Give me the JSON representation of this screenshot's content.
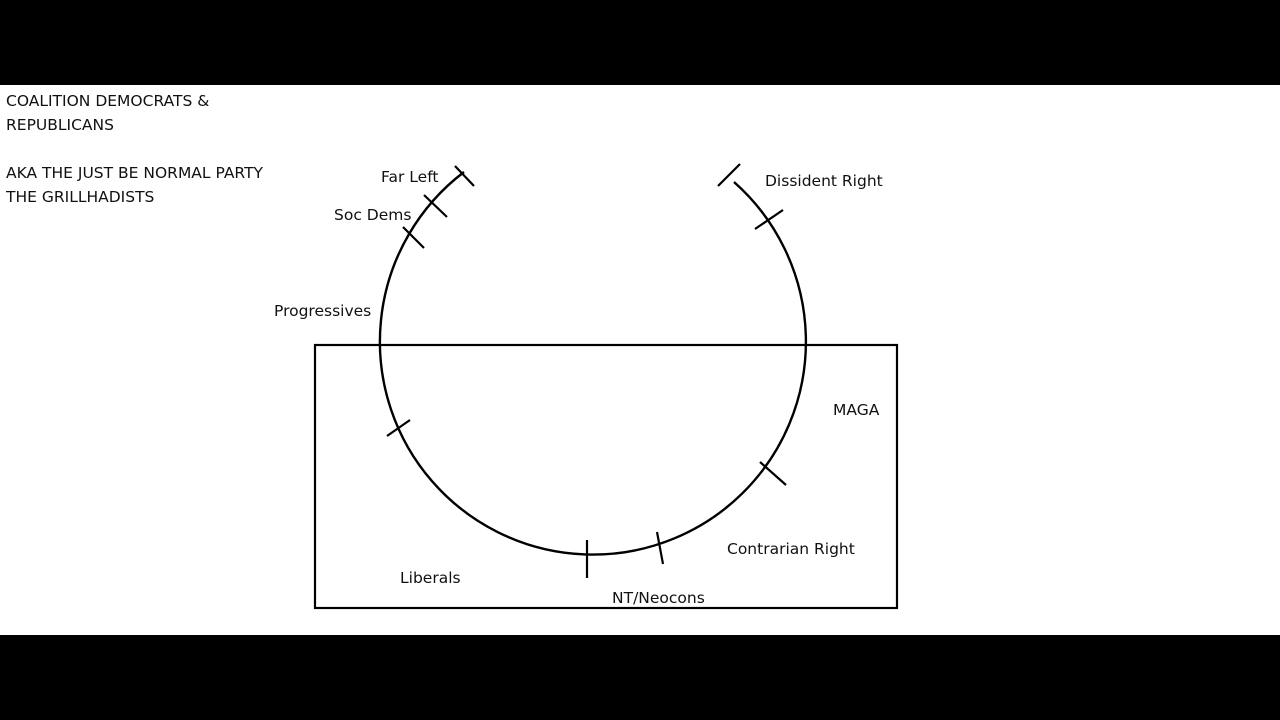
{
  "header": {
    "line1": "COALITION DEMOCRATS &",
    "line2": "REPUBLICANS",
    "line3": "AKA THE JUST BE NORMAL PARTY",
    "line4": "THE GRILLHADISTS"
  },
  "labels": {
    "far_left": "Far Left",
    "soc_dems": "Soc Dems",
    "progressives": "Progressives",
    "liberals": "Liberals",
    "nt_neocons": "NT/Neocons",
    "contrarian_right": "Contrarian Right",
    "maga": "MAGA",
    "dissident_right": "Dissident Right"
  },
  "colors": {
    "letterbox": "#000000",
    "background": "#ffffff",
    "ink": "#000000"
  }
}
